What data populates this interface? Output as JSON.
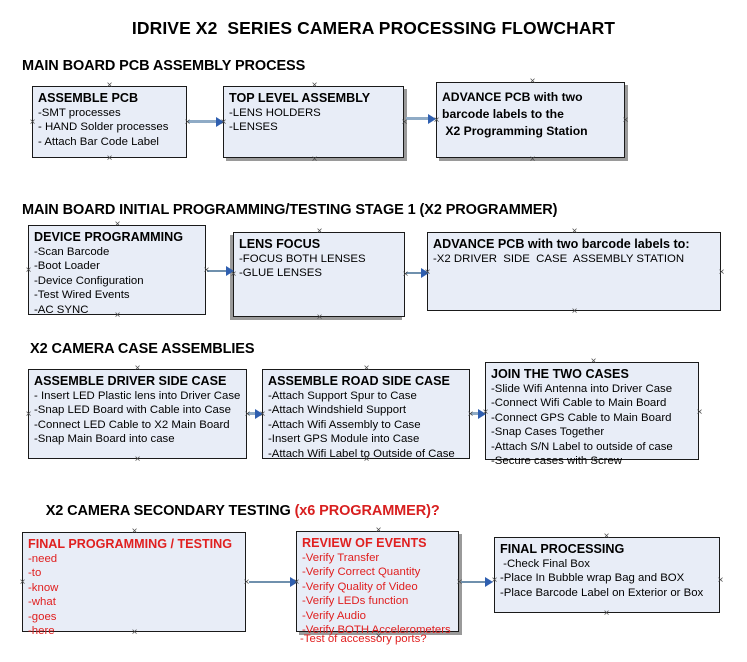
{
  "document": {
    "title": "IDRIVE X2  SERIES CAMERA PROCESSING FLOWCHART",
    "accent_color": "#d81f1f",
    "box_fill": "#e8edf7",
    "box_border": "#1a1a1a",
    "arrow_color": "#8fabc6",
    "arrowhead_color": "#2f5fb0"
  },
  "sections": [
    {
      "heading": "MAIN BOARD PCB ASSEMBLY PROCESS",
      "heading_accent": "",
      "boxes": [
        {
          "title": "ASSEMBLE PCB",
          "lines": [
            "-SMT processes",
            "- HAND Solder processes",
            "- Attach Bar Code Label"
          ]
        },
        {
          "title": "TOP LEVEL ASSEMBLY",
          "lines": [
            "-LENS HOLDERS",
            "-LENSES"
          ]
        },
        {
          "title": "",
          "lines": [
            "ADVANCE PCB with two",
            "barcode labels to the",
            " X2 Programming Station"
          ]
        }
      ]
    },
    {
      "heading": "MAIN BOARD INITIAL PROGRAMMING/TESTING STAGE 1 (X2 PROGRAMMER)",
      "heading_accent": "",
      "boxes": [
        {
          "title": "DEVICE PROGRAMMING",
          "lines": [
            "-Scan Barcode",
            "-Boot Loader",
            "-Device Configuration",
            "-Test Wired Events",
            "-AC SYNC"
          ]
        },
        {
          "title": "LENS FOCUS",
          "lines": [
            "-FOCUS BOTH LENSES",
            "-GLUE LENSES"
          ]
        },
        {
          "title": "ADVANCE PCB with two barcode labels to:",
          "lines": [
            "-X2 DRIVER  SIDE  CASE  ASSEMBLY STATION"
          ]
        }
      ]
    },
    {
      "heading": "X2 CAMERA CASE ASSEMBLIES",
      "heading_accent": "",
      "boxes": [
        {
          "title": "ASSEMBLE DRIVER SIDE CASE",
          "lines": [
            "- Insert LED Plastic lens into Driver Case",
            "-Snap LED Board with Cable into Case",
            "-Connect LED Cable to X2 Main Board",
            "-Snap Main Board into case"
          ]
        },
        {
          "title": "ASSEMBLE ROAD SIDE CASE",
          "lines": [
            "-Attach Support Spur to Case",
            "-Attach Windshield Support",
            "-Attach Wifi Assembly to Case",
            "-Insert GPS Module into Case",
            "-Attach Wifi Label to Outside of Case"
          ]
        },
        {
          "title": "JOIN THE TWO CASES",
          "lines": [
            "-Slide Wifi Antenna into Driver Case",
            "-Connect Wifi Cable to Main Board",
            "-Connect GPS Cable to Main Board",
            "-Snap Cases Together",
            "-Attach S/N Label to outside of case",
            "-Secure cases with Screw"
          ]
        }
      ]
    },
    {
      "heading": "X2 CAMERA SECONDARY TESTING ",
      "heading_accent": "(x6 PROGRAMMER)?",
      "boxes": [
        {
          "title": "FINAL PROGRAMMING / TESTING",
          "lines": [
            "-need",
            "-to",
            "-know",
            "-what",
            "-goes",
            "-here"
          ]
        },
        {
          "title": "REVIEW OF EVENTS",
          "lines": [
            "-Verify Transfer",
            "-Verify Correct Quantity",
            "-Verify Quality of Video",
            "-Verify LEDs function",
            "-Verify Audio",
            "-Verify BOTH Accelerometers"
          ],
          "overflow_line": "-Test of accessory ports?"
        },
        {
          "title": "FINAL PROCESSING",
          "lines": [
            " -Check Final Box",
            "-Place In Bubble wrap Bag and BOX",
            "-Place Barcode Label on Exterior or Box"
          ]
        }
      ]
    }
  ]
}
